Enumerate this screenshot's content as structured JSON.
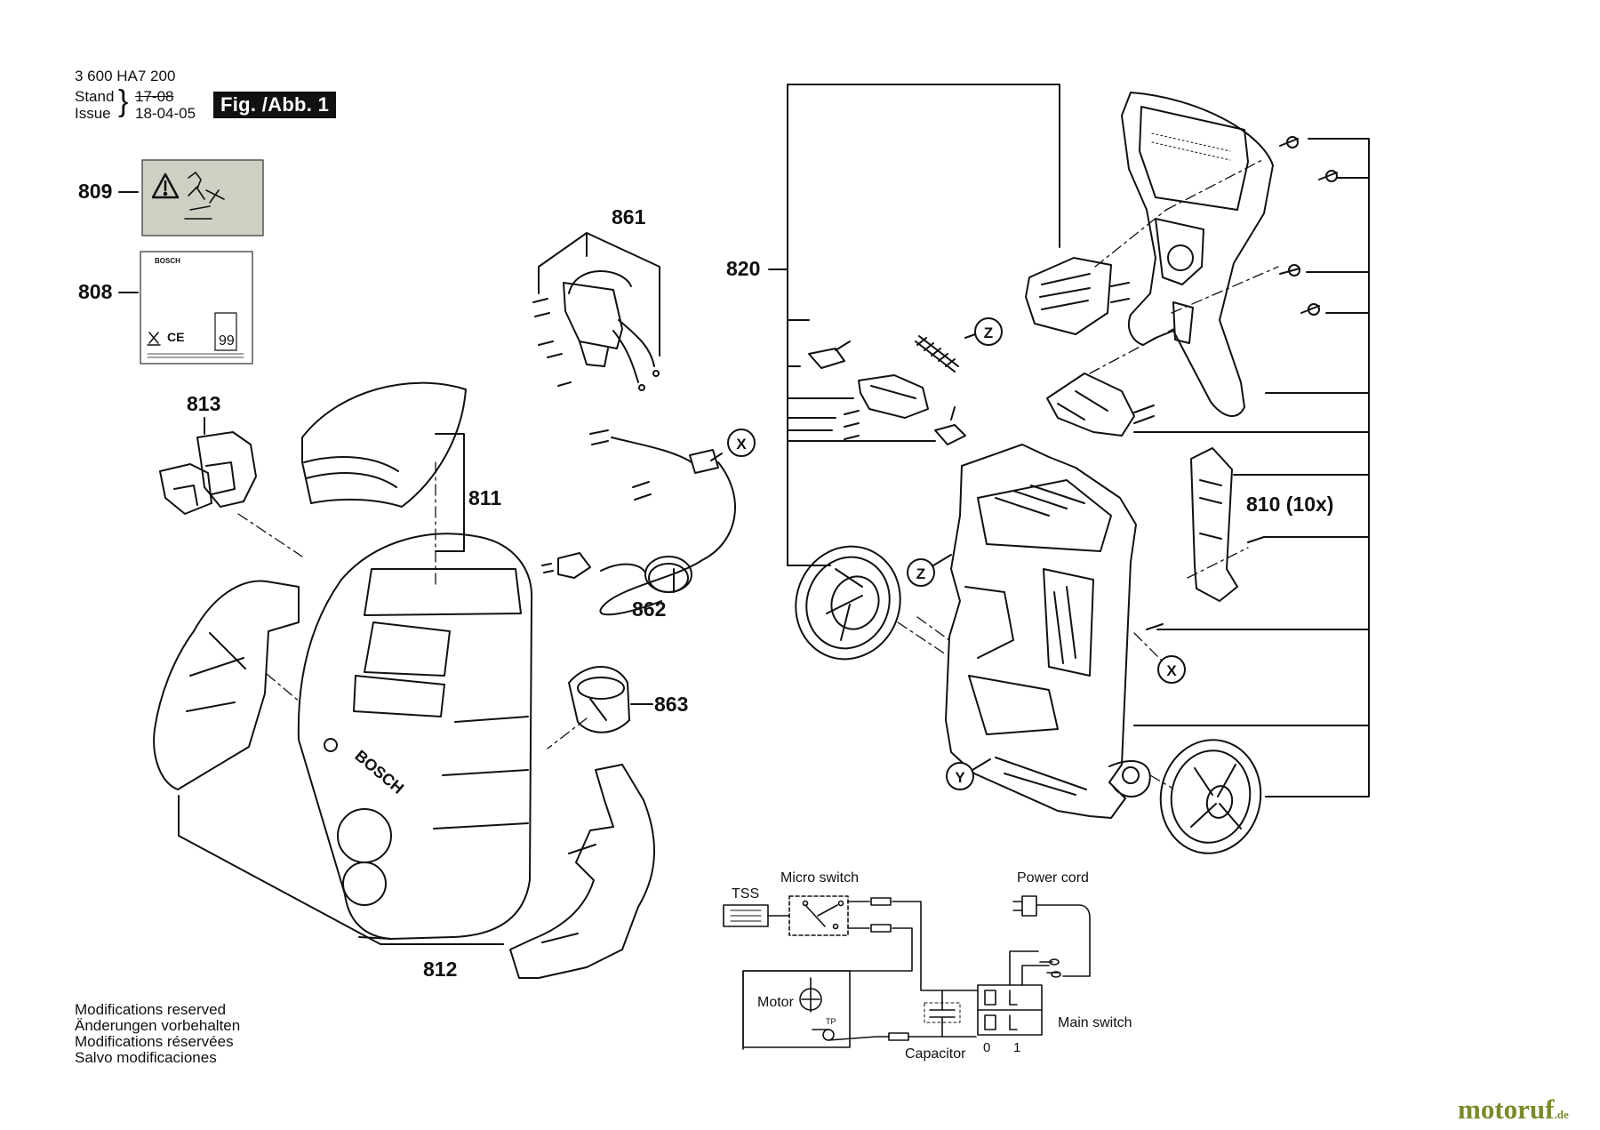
{
  "header": {
    "doc_number": "3 600 HA7 200",
    "stand_label": "Stand",
    "issue_label": "Issue",
    "stand_date": "17-08",
    "issue_date": "18-04-05",
    "fig_badge": "Fig. /Abb. 1"
  },
  "callouts": {
    "p809": "809",
    "p808": "808",
    "p813": "813",
    "p861": "861",
    "p811": "811",
    "p862": "862",
    "p863": "863",
    "p812": "812",
    "p820": "820",
    "p810": "810 (10x)"
  },
  "markers": {
    "x1": "X",
    "x2": "X",
    "z1": "Z",
    "z2": "Z",
    "y1": "Y"
  },
  "label_808": {
    "brand": "BOSCH",
    "marks": "CE",
    "number": "99"
  },
  "wiring": {
    "tss": "TSS",
    "micro_switch": "Micro switch",
    "power_cord": "Power cord",
    "motor": "Motor",
    "tp": "TP",
    "capacitor": "Capacitor",
    "main_switch": "Main switch",
    "pos0": "0",
    "pos1": "1"
  },
  "notes": [
    "Modifications reserved",
    "Änderungen vorbehalten",
    "Modifications réservées",
    "Salvo modificaciones"
  ],
  "watermark": {
    "name": "motoruf",
    "tld": ".de"
  },
  "colors": {
    "line": "#111111",
    "label_bg": "#cfcfc4",
    "watermark": "#7a8a28"
  }
}
